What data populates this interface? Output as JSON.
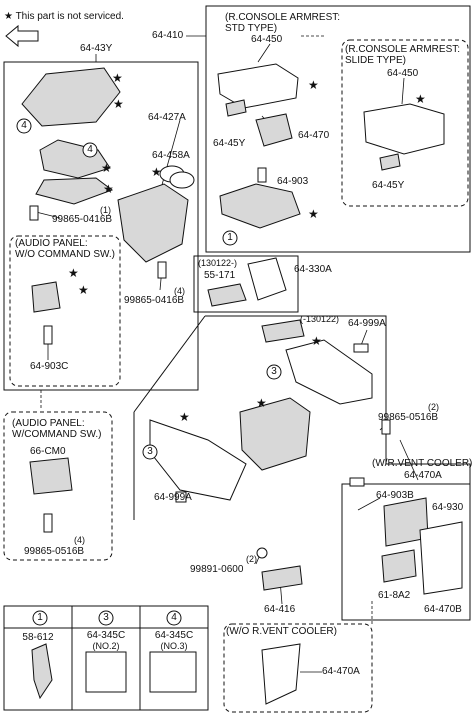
{
  "notice": "★ This part is not serviced.",
  "fwd": "FWD",
  "star": "★",
  "callouts": {
    "c1": "1",
    "c3": "3",
    "c4": "4"
  },
  "labels": {
    "p64_43Y": "64-43Y",
    "p64_410": "64-410",
    "std_hdr_1": "(R.CONSOLE ARMREST:",
    "std_hdr_2": "STD TYPE)",
    "p64_450_std": "64-450",
    "slide_hdr_1": "(R.CONSOLE ARMREST:",
    "slide_hdr_2": "SLIDE TYPE)",
    "p64_450_slide": "64-450",
    "p64_45Y_std": "64-45Y",
    "p64_470": "64-470",
    "p64_903": "64-903",
    "p64_45Y_slide": "64-45Y",
    "p64_427A": "64-427A",
    "p64_458A": "64-458A",
    "bolt_qty1": "(1)",
    "bolt_9986_1": "99865-0416B",
    "audio1_1": "(AUDIO PANEL:",
    "audio1_2": "W/O COMMAND SW.)",
    "bolt_qty4": "(4)",
    "bolt_9986_2": "99865-0416B",
    "p64_903C": "64-903C",
    "date1": "(130122-)",
    "p55_171": "55-171",
    "p64_330A": "64-330A",
    "date2": "(-130122)",
    "p64_999A_top": "64-999A",
    "audio2_1": "(AUDIO PANEL:",
    "audio2_2": "W/COMMAND SW.)",
    "p66_CM0": "66-CM0",
    "qty4b": "(4)",
    "bolt_05016": "99865-0516B",
    "qty2a": "(2)",
    "bolt_05016b": "99865-0516B",
    "vent_with": "(W/R.VENT COOLER)",
    "p64_470A": "64-470A",
    "p64_999A_bot": "64-999A",
    "p64_903B": "64-903B",
    "p64_930": "64-930",
    "qty2b": "(2)",
    "nut_0600": "99891-0600",
    "p61_8A2": "61-8A2",
    "p64_470B": "64-470B",
    "p64_416": "64-416",
    "vent_without": "(W/O R.VENT COOLER)",
    "p64_470A_b": "64-470A"
  },
  "legend": {
    "c1_num": "1",
    "c1_part": "58-612",
    "c3_num": "3",
    "c3_part": "64-345C",
    "c3_note": "(NO.2)",
    "c4_num": "4",
    "c4_part": "64-345C",
    "c4_note": "(NO.3)"
  }
}
